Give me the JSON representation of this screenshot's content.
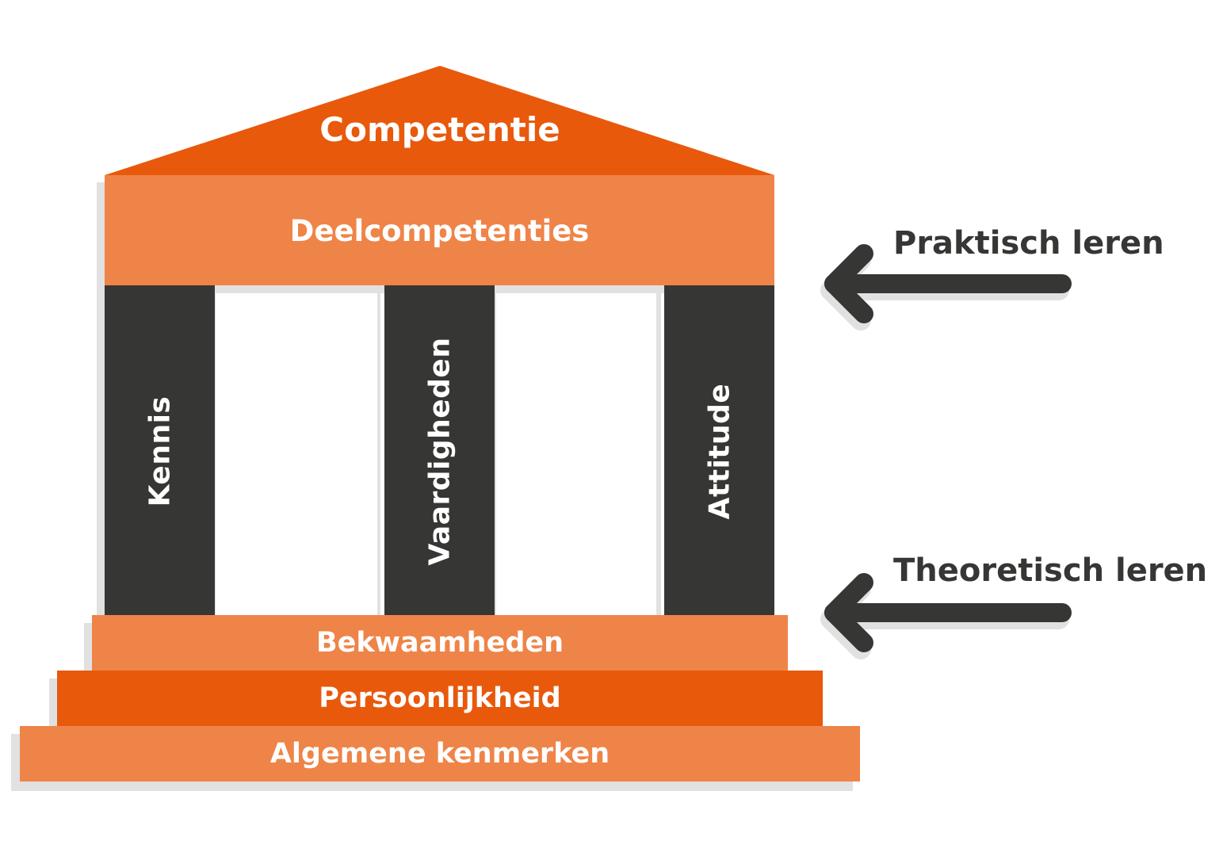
{
  "colors": {
    "dark_orange": "#e8590c",
    "light_orange": "#ef8448",
    "pillar": "#363634",
    "shadow": "#e1e1e1",
    "text_dark": "#363634"
  },
  "diagram": {
    "roof": {
      "label": "Competentie"
    },
    "architrave": {
      "label": "Deelcompetenties"
    },
    "pillars": [
      {
        "label": "Kennis"
      },
      {
        "label": "Vaardigheden"
      },
      {
        "label": "Attitude"
      }
    ],
    "steps": [
      {
        "label": "Bekwaamheden"
      },
      {
        "label": "Persoonlijkheid"
      },
      {
        "label": "Algemene kenmerken"
      }
    ]
  },
  "arrows": [
    {
      "label": "Praktisch leren",
      "icon": "arrow-left-icon"
    },
    {
      "label": "Theoretisch leren",
      "icon": "arrow-left-icon"
    }
  ]
}
